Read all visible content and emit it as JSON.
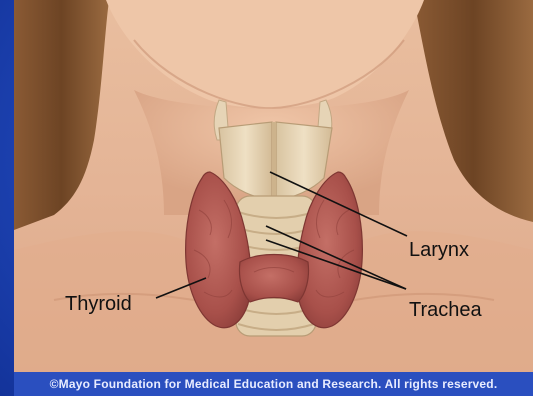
{
  "diagram": {
    "labels": {
      "larynx": "Larynx",
      "thyroid": "Thyroid",
      "trachea": "Trachea"
    },
    "credit": "©Mayo Foundation for Medical Education and Research.  All rights reserved."
  },
  "colors": {
    "slide_background": "#1b3fae",
    "skin": "#e7b99b",
    "hair": "#7a4f2e",
    "thyroid": "#b25a52",
    "cartilage": "#e2cfb0",
    "leader_line": "#111111"
  }
}
